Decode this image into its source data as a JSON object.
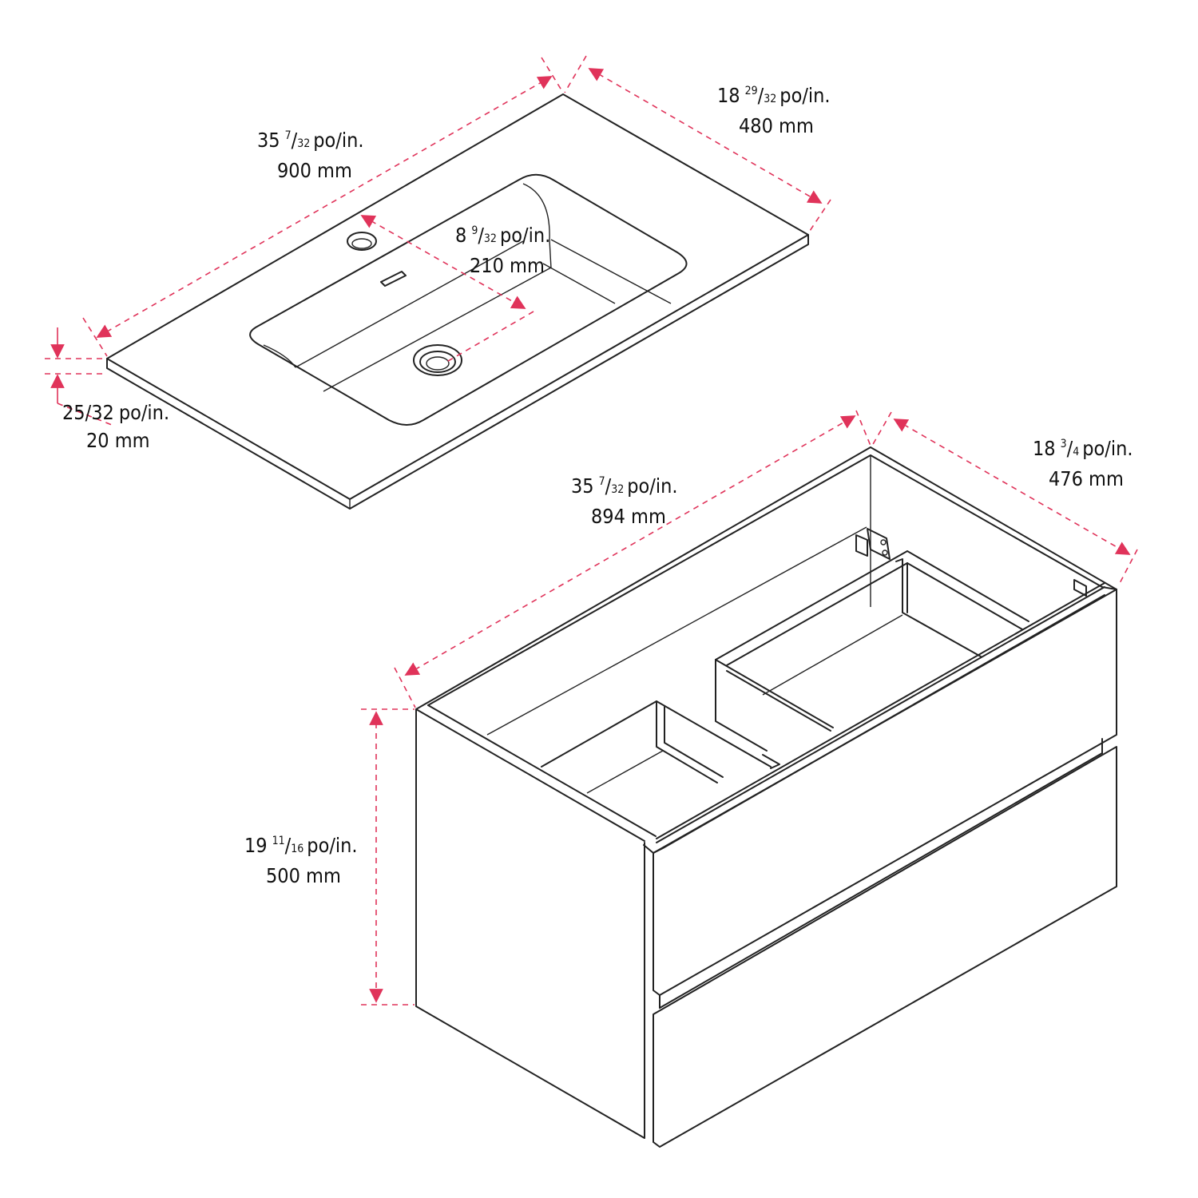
{
  "colors": {
    "dimension": "#e0335a",
    "outline": "#222222"
  },
  "vanity_top": {
    "width": {
      "whole": "35",
      "num": "7",
      "den": "32",
      "unit": "po/in.",
      "metric": "900 mm"
    },
    "depth": {
      "whole": "18",
      "num": "29",
      "den": "32",
      "unit": "po/in.",
      "metric": "480 mm"
    },
    "basin_depth": {
      "whole": "8",
      "num": "9",
      "den": "32",
      "unit": "po/in.",
      "metric": "210 mm"
    },
    "thickness": {
      "fraction": "25/32",
      "unit": "po/in.",
      "metric": "20 mm"
    }
  },
  "cabinet": {
    "width": {
      "whole": "35",
      "num": "7",
      "den": "32",
      "unit": "po/in.",
      "metric": "894 mm"
    },
    "depth": {
      "whole": "18",
      "num": "3",
      "den": "4",
      "unit": "po/in.",
      "metric": "476 mm"
    },
    "height": {
      "whole": "19",
      "num": "11",
      "den": "16",
      "unit": "po/in.",
      "metric": "500 mm"
    }
  }
}
